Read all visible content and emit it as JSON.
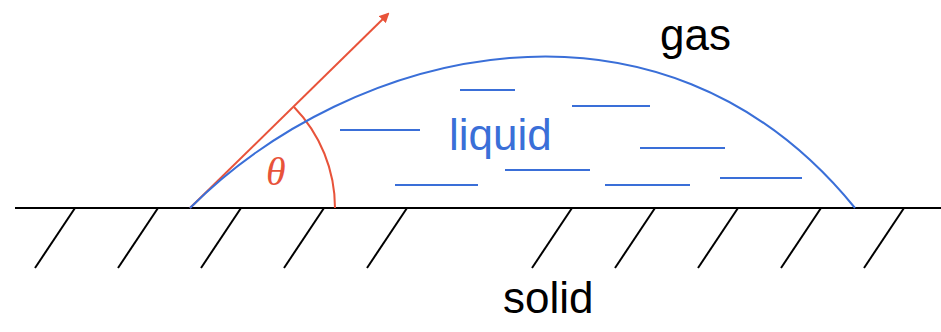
{
  "diagram": {
    "nodes": [
      {
        "text": [
          "liquid"
        ]
      }
    ],
    "labels": [
      "gas",
      "θ",
      "solid"
    ]
  }
}
